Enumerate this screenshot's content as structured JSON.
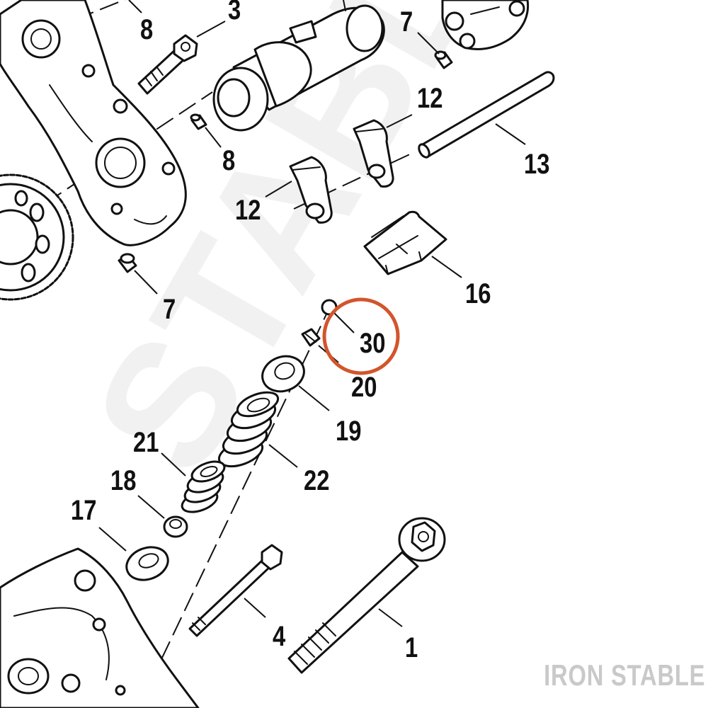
{
  "diagram": {
    "watermark_text": "STABLE",
    "brand_text": "IRON STABLE",
    "highlight_color": "#d2552c",
    "callouts": {
      "c1": "1",
      "c3": "3",
      "c4": "4",
      "c7a": "7",
      "c7b": "7",
      "c8a": "8",
      "c8b": "8",
      "c12a": "12",
      "c12b": "12",
      "c13": "13",
      "c16": "16",
      "c17": "17",
      "c18": "18",
      "c19": "19",
      "c20": "20",
      "c21": "21",
      "c22": "22",
      "c30": "30"
    }
  }
}
